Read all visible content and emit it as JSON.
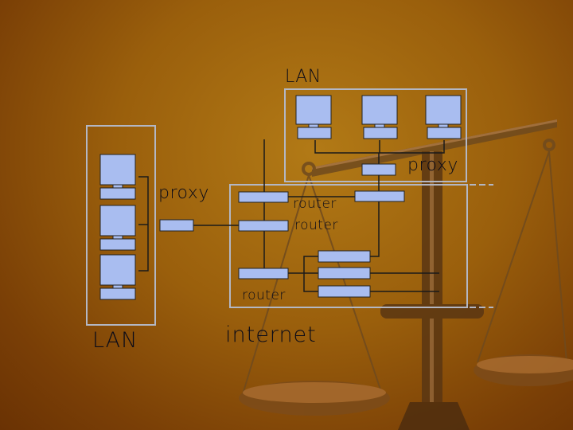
{
  "labels": {
    "lan_top": "LAN",
    "lan_left": "LAN",
    "proxy_top": "proxy",
    "proxy_left": "proxy",
    "router_1": "router",
    "router_2": "router",
    "router_3": "router",
    "internet": "internet"
  },
  "colors": {
    "device_fill": "#a9bdf0",
    "group_border": "#b3b7c4",
    "line": "#1a1a1a"
  }
}
